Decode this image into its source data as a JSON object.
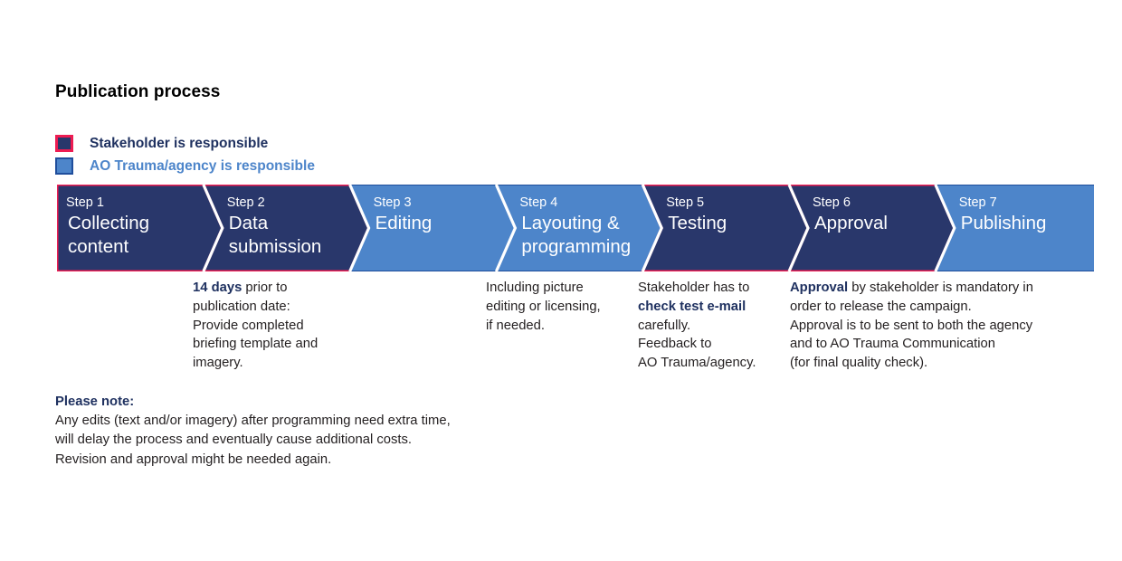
{
  "page": {
    "title": "Publication process",
    "background": "#ffffff"
  },
  "colors": {
    "dark_fill": "#29376b",
    "dark_stroke": "#ed1c52",
    "blue_fill": "#4d85ca",
    "blue_stroke": "#1f4e9c",
    "separator": "#ffffff",
    "heading_navy": "#1f3160",
    "body_text": "#231f20"
  },
  "legend": {
    "items": [
      {
        "label": "Stakeholder is responsible",
        "swatch": "dark",
        "fill": "#29376b",
        "stroke": "#ed1c52"
      },
      {
        "label": "AO Trauma/agency is responsible",
        "swatch": "blue",
        "fill": "#4d85ca",
        "stroke": "#1f4e9c"
      }
    ]
  },
  "process": {
    "steps": [
      {
        "kicker": "Step 1",
        "title_lines": [
          "Collecting",
          "content"
        ],
        "owner": "stakeholder",
        "fill": "#29376b",
        "stroke": "#ed1c52"
      },
      {
        "kicker": "Step 2",
        "title_lines": [
          "Data",
          "submission"
        ],
        "owner": "stakeholder",
        "fill": "#29376b",
        "stroke": "#ed1c52"
      },
      {
        "kicker": "Step 3",
        "title_lines": [
          "Editing"
        ],
        "owner": "agency",
        "fill": "#4d85ca",
        "stroke": "#1f4e9c"
      },
      {
        "kicker": "Step 4",
        "title_lines": [
          "Layouting &",
          "programming"
        ],
        "owner": "agency",
        "fill": "#4d85ca",
        "stroke": "#1f4e9c"
      },
      {
        "kicker": "Step 5",
        "title_lines": [
          "Testing"
        ],
        "owner": "stakeholder",
        "fill": "#29376b",
        "stroke": "#ed1c52"
      },
      {
        "kicker": "Step 6",
        "title_lines": [
          "Approval"
        ],
        "owner": "stakeholder",
        "fill": "#29376b",
        "stroke": "#ed1c52"
      },
      {
        "kicker": "Step 7",
        "title_lines": [
          "Publishing"
        ],
        "owner": "agency",
        "fill": "#4d85ca",
        "stroke": "#1f4e9c"
      }
    ]
  },
  "notes": [
    {
      "step": "Step 2",
      "lines": [
        [
          {
            "t": "14 days",
            "b": true
          },
          {
            "t": " prior to",
            "b": false
          }
        ],
        [
          {
            "t": "publication date:",
            "b": false
          }
        ],
        [
          {
            "t": "Provide completed",
            "b": false
          }
        ],
        [
          {
            "t": "briefing template and",
            "b": false
          }
        ],
        [
          {
            "t": "imagery.",
            "b": false
          }
        ]
      ]
    },
    {
      "step": "Step 4",
      "lines": [
        [
          {
            "t": "Including picture",
            "b": false
          }
        ],
        [
          {
            "t": "editing or licensing,",
            "b": false
          }
        ],
        [
          {
            "t": "if needed.",
            "b": false
          }
        ]
      ]
    },
    {
      "step": "Step 5",
      "lines": [
        [
          {
            "t": "Stakeholder has to",
            "b": false
          }
        ],
        [
          {
            "t": "check test e-mail",
            "b": true
          }
        ],
        [
          {
            "t": "carefully.",
            "b": false
          }
        ],
        [
          {
            "t": "Feedback to",
            "b": false
          }
        ],
        [
          {
            "t": "AO Trauma/agency.",
            "b": false
          }
        ]
      ]
    },
    {
      "step": "Step 6",
      "lines": [
        [
          {
            "t": "Approval",
            "b": true
          },
          {
            "t": " by stakeholder is mandatory in",
            "b": false
          }
        ],
        [
          {
            "t": "order to release the campaign.",
            "b": false
          }
        ],
        [
          {
            "t": "Approval is to be sent to both the agency",
            "b": false
          }
        ],
        [
          {
            "t": "and to AO Trauma Communication",
            "b": false
          }
        ],
        [
          {
            "t": "(for final quality check).",
            "b": false
          }
        ]
      ]
    }
  ],
  "footer": {
    "heading": "Please note:",
    "lines": [
      "Any edits (text and/or imagery) after programming need extra time,",
      "will delay the process and eventually cause additional costs.",
      "Revision and approval might be needed again."
    ]
  }
}
